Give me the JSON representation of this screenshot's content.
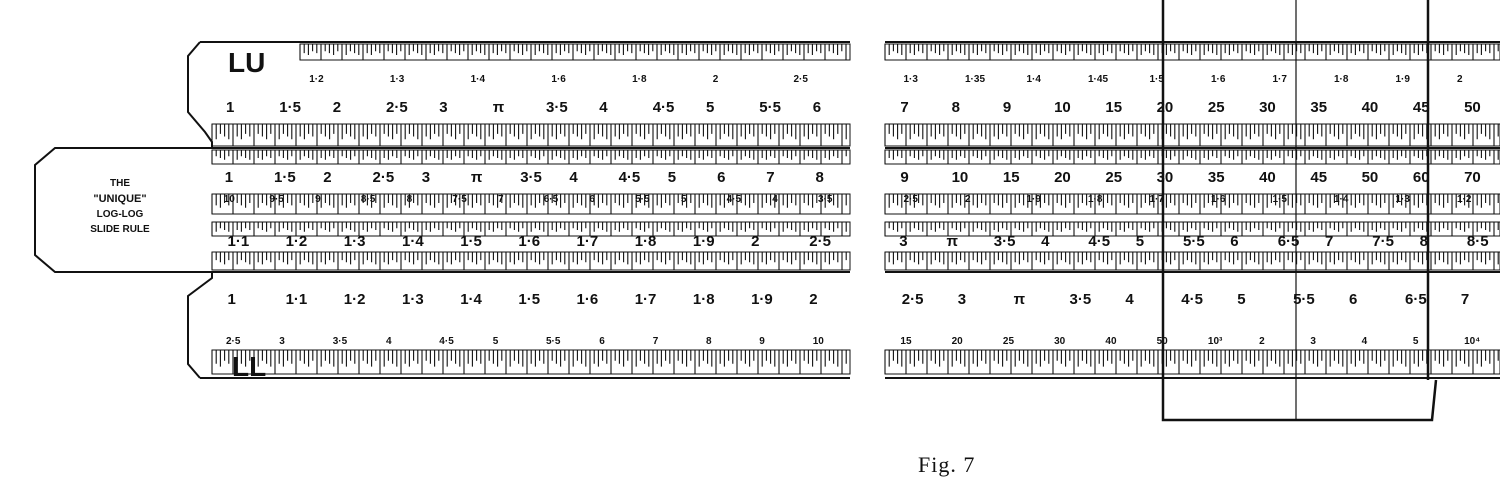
{
  "figure": {
    "caption": "Fig. 7",
    "ink_color": "#111111",
    "background_color": "#ffffff"
  },
  "rule": {
    "top_label": "LU",
    "bottom_label": "LL",
    "slide_label": [
      "THE",
      "\"UNIQUE\"",
      "LOG-LOG",
      "SLIDE RULE"
    ],
    "left_segment_scales": {
      "LU": [
        "1·2",
        "1·3",
        "1·4",
        "1·6",
        "1·8",
        "2",
        "2·5"
      ],
      "A": [
        "1",
        "1·5",
        "2",
        "2·5",
        "3",
        "π",
        "3·5",
        "4",
        "4·5",
        "5",
        "5·5",
        "6"
      ],
      "B": [
        "1",
        "1·5",
        "2",
        "2·5",
        "3",
        "π",
        "3·5",
        "4",
        "4·5",
        "5",
        "6",
        "7",
        "8"
      ],
      "CI": [
        "10",
        "9·5",
        "9",
        "8·5",
        "8",
        "7·5",
        "7",
        "6·5",
        "6",
        "5·5",
        "5",
        "4·5",
        "4",
        "3·5"
      ],
      "C": [
        "1·1",
        "1·2",
        "1·3",
        "1·4",
        "1·5",
        "1·6",
        "1·7",
        "1·8",
        "1·9",
        "2",
        "2·5"
      ],
      "D": [
        "1",
        "1·1",
        "1·2",
        "1·3",
        "1·4",
        "1·5",
        "1·6",
        "1·7",
        "1·8",
        "1·9",
        "2"
      ],
      "LL": [
        "2·5",
        "3",
        "3·5",
        "4",
        "4·5",
        "5",
        "5·5",
        "6",
        "7",
        "8",
        "9",
        "10"
      ]
    },
    "right_segment_scales": {
      "LU": [
        "1·3",
        "1·35",
        "1·4",
        "1·45",
        "1·5",
        "1·6",
        "1·7",
        "1·8",
        "1·9",
        "2"
      ],
      "A": [
        "7",
        "8",
        "9",
        "10",
        "15",
        "20",
        "25",
        "30",
        "35",
        "40",
        "45",
        "50"
      ],
      "B": [
        "9",
        "10",
        "15",
        "20",
        "25",
        "30",
        "35",
        "40",
        "45",
        "50",
        "60",
        "70"
      ],
      "CI": [
        "2·5",
        "2",
        "1·9",
        "1·8",
        "1·7",
        "1·6",
        "1·5",
        "1·4",
        "1·3",
        "1·2"
      ],
      "C": [
        "3",
        "π",
        "3·5",
        "4",
        "4·5",
        "5",
        "5·5",
        "6",
        "6·5",
        "7",
        "7·5",
        "8",
        "8·5"
      ],
      "D": [
        "2·5",
        "3",
        "π",
        "3·5",
        "4",
        "4·5",
        "5",
        "5·5",
        "6",
        "6·5",
        "7"
      ],
      "LL": [
        "15",
        "20",
        "25",
        "30",
        "40",
        "50",
        "10³",
        "2",
        "3",
        "4",
        "5",
        "10⁴"
      ]
    }
  }
}
